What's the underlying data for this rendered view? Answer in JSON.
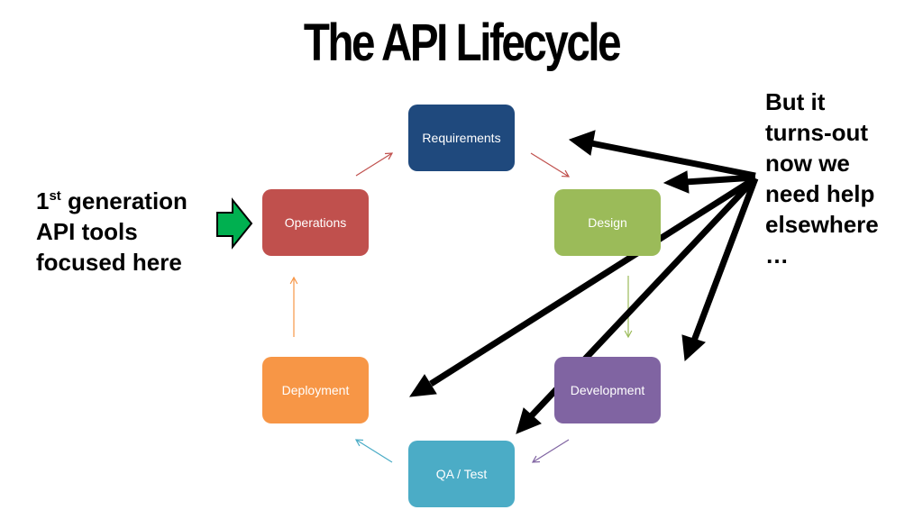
{
  "title": "The API Lifecycle",
  "nodes": [
    {
      "id": "requirements",
      "label": "Requirements",
      "color": "#1f497d"
    },
    {
      "id": "design",
      "label": "Design",
      "color": "#9bbb59"
    },
    {
      "id": "development",
      "label": "Development",
      "color": "#8064a2"
    },
    {
      "id": "qa",
      "label": "QA / Test",
      "color": "#4bacc6"
    },
    {
      "id": "deployment",
      "label": "Deployment",
      "color": "#f79646"
    },
    {
      "id": "operations",
      "label": "Operations",
      "color": "#c0504d"
    }
  ],
  "left_note": {
    "line1_number": "1",
    "line1_superscript": "st",
    "line1_rest": " generation",
    "line2": "API tools",
    "line3": "focused here",
    "arrow_color": "#00b050"
  },
  "right_note": {
    "lines": [
      "But it",
      "turns-out",
      "now we",
      "need help",
      "elsewhere",
      "…"
    ]
  },
  "cycle_arrow_colors": {
    "requirements_to_design": "#c0504d",
    "design_to_development": "#9bbb59",
    "development_to_qa": "#8064a2",
    "qa_to_deployment": "#4bacc6",
    "deployment_to_operations": "#f79646",
    "operations_to_requirements": "#c0504d"
  }
}
